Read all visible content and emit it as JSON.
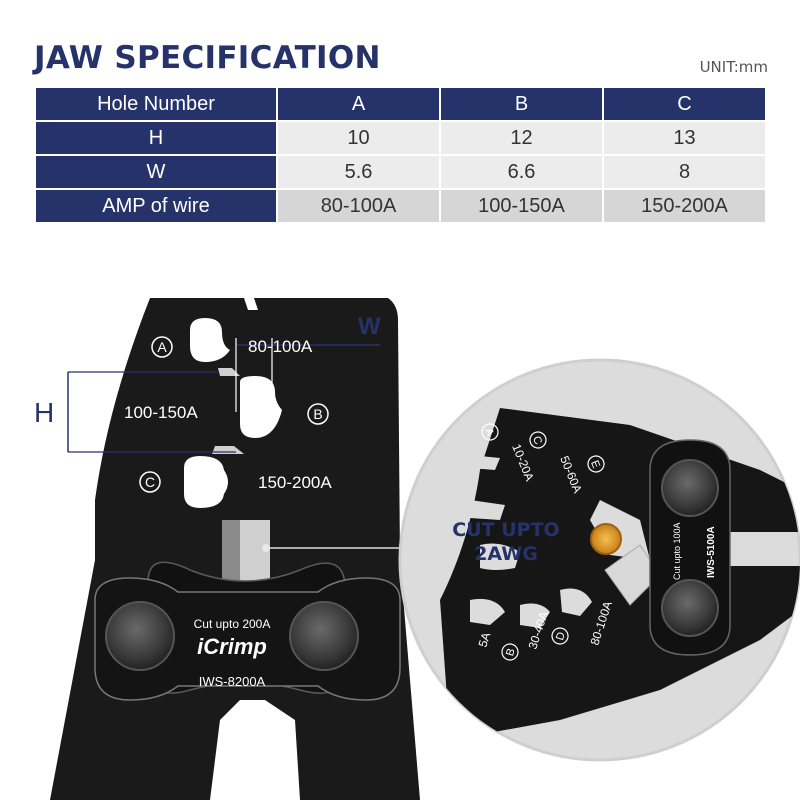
{
  "title": "JAW SPECIFICATION",
  "unit": "UNIT:mm",
  "table": {
    "header": [
      "Hole Number",
      "A",
      "B",
      "C"
    ],
    "rows": [
      {
        "label": "H",
        "values": [
          "10",
          "12",
          "13"
        ]
      },
      {
        "label": "W",
        "values": [
          "5.6",
          "6.6",
          "8"
        ]
      },
      {
        "label": "AMP of wire",
        "values": [
          "80-100A",
          "100-150A",
          "150-200A"
        ]
      }
    ]
  },
  "main_tool": {
    "dimension_w": "W",
    "dimension_h": "H",
    "holes": [
      {
        "marker": "A",
        "range": "80-100A"
      },
      {
        "marker": "B",
        "range": "100-150A"
      },
      {
        "marker": "C",
        "range": "150-200A"
      }
    ],
    "plate_text": "Cut upto 200A",
    "brand": "iCrimp",
    "model": "IWS-8200A"
  },
  "zoom": {
    "callout": [
      "CUT UPTO",
      "2AWG"
    ],
    "top_markers": [
      "A",
      "C",
      "E"
    ],
    "top_ranges": [
      "10-20A",
      "50-60A"
    ],
    "bottom_markers": [
      "B",
      "D"
    ],
    "bottom_ranges": [
      "5A",
      "30-40A",
      "80-100A"
    ],
    "plate_text": "Cut upto 100A",
    "model": "IWS-5100A"
  },
  "colors": {
    "navy": "#26326a",
    "tool_black": "#1a1a1a",
    "wire_orange": "#f0a020"
  }
}
